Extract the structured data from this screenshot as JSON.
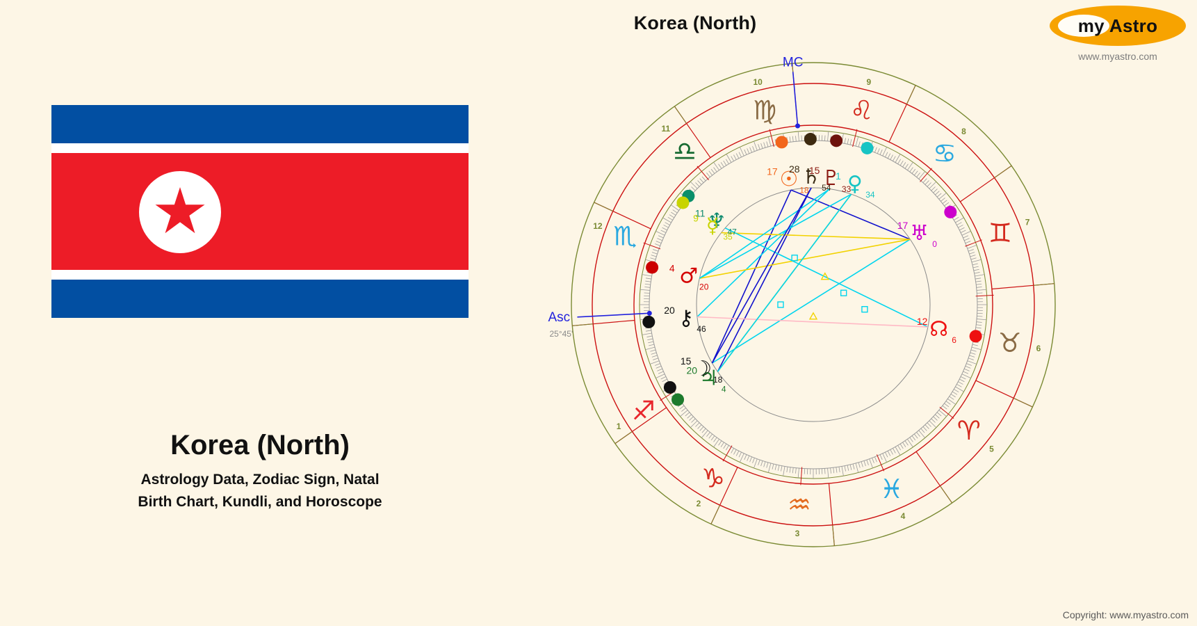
{
  "header": {
    "title": "Korea (North)"
  },
  "logo": {
    "brand_my": "my",
    "brand_astro": "Astro",
    "url": "www.myastro.com",
    "ellipse_color": "#f7a300"
  },
  "flag": {
    "name": "Korea (North) flag",
    "blue": "#024fa2",
    "red": "#ed1c27",
    "white": "#ffffff"
  },
  "caption": {
    "title": "Korea (North)",
    "line1": "Astrology Data, Zodiac Sign, Natal",
    "line2": "Birth Chart, Kundli, and Horoscope"
  },
  "footer": {
    "copyright": "Copyright: www.myastro.com"
  },
  "chart_data": {
    "type": "natal-wheel",
    "title": "Korea (North)",
    "angles": [
      {
        "name": "MC",
        "label": "MC",
        "color": "#2222dd",
        "angle_deg": 95
      },
      {
        "name": "Asc",
        "label": "Asc",
        "degree_text": "25°45'",
        "color": "#2222dd",
        "angle_deg": 183
      }
    ],
    "zodiac_signs": [
      {
        "name": "Scorpio",
        "glyph": "♏",
        "color": "#29a8e0",
        "house": 12,
        "angle_deg": 160
      },
      {
        "name": "Libra",
        "glyph": "♎",
        "color": "#176b32",
        "house": 11,
        "angle_deg": 130
      },
      {
        "name": "Virgo",
        "glyph": "♍",
        "color": "#8a6b45",
        "house": 10,
        "angle_deg": 104
      },
      {
        "name": "Leo",
        "glyph": "♌",
        "color": "#d42a1e",
        "house": 9,
        "angle_deg": 76
      },
      {
        "name": "Cancer",
        "glyph": "♋",
        "color": "#29a8e0",
        "house": 8,
        "angle_deg": 49
      },
      {
        "name": "Gemini",
        "glyph": "♊",
        "color": "#d42a1e",
        "house": 7,
        "angle_deg": 21
      },
      {
        "name": "Taurus",
        "glyph": "♉",
        "color": "#8a6b45",
        "house": 6,
        "angle_deg": 349
      },
      {
        "name": "Aries",
        "glyph": "♈",
        "color": "#d42a1e",
        "house": 5,
        "angle_deg": 321
      },
      {
        "name": "Pisces",
        "glyph": "♓",
        "color": "#29a8e0",
        "house": 4,
        "angle_deg": 293
      },
      {
        "name": "Aquarius",
        "glyph": "♒",
        "color": "#e36a1e",
        "house": 3,
        "angle_deg": 266
      },
      {
        "name": "Capricorn",
        "glyph": "♑",
        "color": "#d42a1e",
        "house": 2,
        "angle_deg": 240
      },
      {
        "name": "Sagittarius",
        "glyph": "♐",
        "color": "#e8262c",
        "house": 1,
        "angle_deg": 212
      }
    ],
    "house_numbers": [
      1,
      2,
      3,
      4,
      5,
      6,
      7,
      8,
      9,
      10,
      11,
      12
    ],
    "planets": [
      {
        "name": "Sun",
        "glyph": "☉",
        "color": "#f2661c",
        "deg": 17,
        "min": 18,
        "angle_deg": 101,
        "dot_color": "#f2661c"
      },
      {
        "name": "Saturn",
        "glyph": "♄",
        "color": "#3a2b14",
        "deg": 28,
        "min": 54,
        "angle_deg": 91,
        "dot_color": "#3d2a10"
      },
      {
        "name": "Pluto",
        "glyph": "♇",
        "color": "#8b1a12",
        "deg": 15,
        "min": 33,
        "angle_deg": 82,
        "dot_color": "#6e120c"
      },
      {
        "name": "Venus",
        "glyph": "♀",
        "color": "#17c4c4",
        "deg": 1,
        "min": 34,
        "angle_deg": 71,
        "dot_color": "#17c4c4"
      },
      {
        "name": "Uranus",
        "glyph": "♅",
        "color": "#cc00cc",
        "deg": 17,
        "min": 0,
        "angle_deg": 34,
        "dot_color": "#cc00cc"
      },
      {
        "name": "NorthNode",
        "glyph": "☊",
        "color": "#ee1111",
        "deg": 12,
        "min": 6,
        "angle_deg": 349,
        "dot_color": "#ee1111"
      },
      {
        "name": "Jupiter",
        "glyph": "♃",
        "color": "#1d7a2c",
        "deg": 20,
        "min": 4,
        "angle_deg": 215,
        "dot_color": "#1d7a2c"
      },
      {
        "name": "Moon",
        "glyph": "☽",
        "color": "#111111",
        "deg": 15,
        "min": 18,
        "angle_deg": 210,
        "dot_color": "#111111"
      },
      {
        "name": "Chiron",
        "glyph": "⚷",
        "color": "#111111",
        "deg": 20,
        "min": 46,
        "angle_deg": 186,
        "dot_color": "#111111"
      },
      {
        "name": "Mars",
        "glyph": "♂",
        "color": "#d40000",
        "deg": 4,
        "min": 20,
        "angle_deg": 167,
        "dot_color": "#cc0000"
      },
      {
        "name": "Neptune",
        "glyph": "♆",
        "color": "#0e8a6e",
        "deg": 11,
        "min": 47,
        "angle_deg": 139,
        "dot_color": "#0a8f6a"
      },
      {
        "name": "Mercury",
        "glyph": "☿",
        "color": "#c8d400",
        "deg": 9,
        "min": 35,
        "angle_deg": 142,
        "dot_color": "#c8d400"
      }
    ],
    "palette": {
      "background": "#fdf6e6",
      "outer_ring": "#7a8a33",
      "sign_ring": "#cc1111",
      "degree_ring": "#9a9a9a",
      "inner_circle": "#8a8a8a",
      "aspect_blue": "#1111cc",
      "aspect_cyan": "#00d5ee",
      "aspect_yellow": "#f2d200",
      "aspect_pink": "#ffb9c5"
    }
  }
}
